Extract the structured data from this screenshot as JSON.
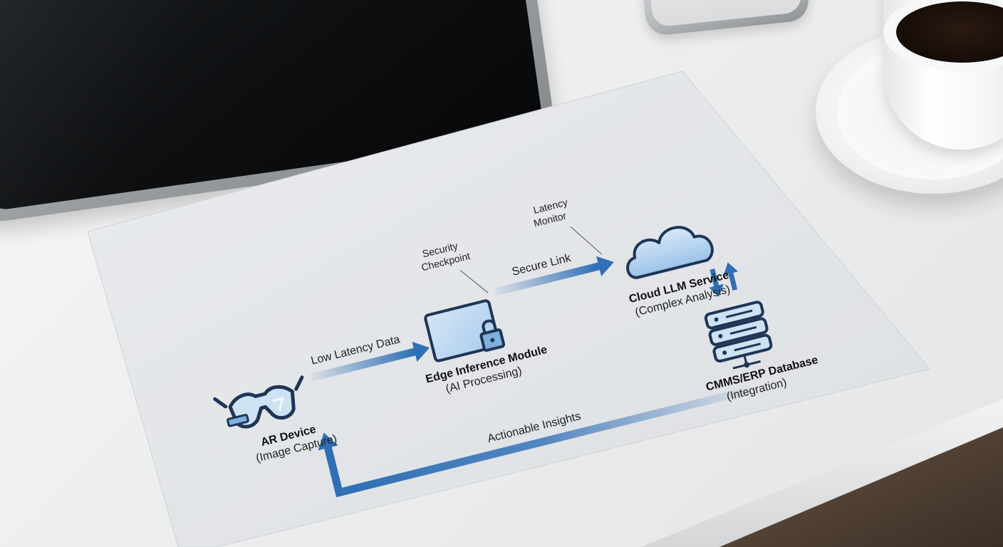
{
  "diagram": {
    "nodes": {
      "ar_device": {
        "title": "AR Device",
        "subtitle": "(Image Capture)"
      },
      "edge_module": {
        "title": "Edge Inference Module",
        "subtitle": "(AI Processing)"
      },
      "cloud_llm": {
        "title": "Cloud LLM Service",
        "subtitle": "(Complex Analysis)"
      },
      "cmms_db": {
        "title": "CMMS/ERP Database",
        "subtitle": "(Integration)"
      }
    },
    "edges": {
      "ar_to_edge": "Low Latency Data",
      "edge_to_cloud": "Secure Link",
      "db_to_ar": "Actionable Insights"
    },
    "callouts": {
      "security_line1": "Security",
      "security_line2": "Checkpoint",
      "latency_line1": "Latency",
      "latency_line2": "Monitor"
    },
    "colors": {
      "accent_blue": "#2f6fb5",
      "dark_navy": "#1f3556",
      "light_blue": "#b9d6f0",
      "paper": "#e3e5e8"
    },
    "icons": [
      "ar-glasses-icon",
      "tablet-lock-icon",
      "cloud-icon",
      "server-stack-icon"
    ]
  }
}
